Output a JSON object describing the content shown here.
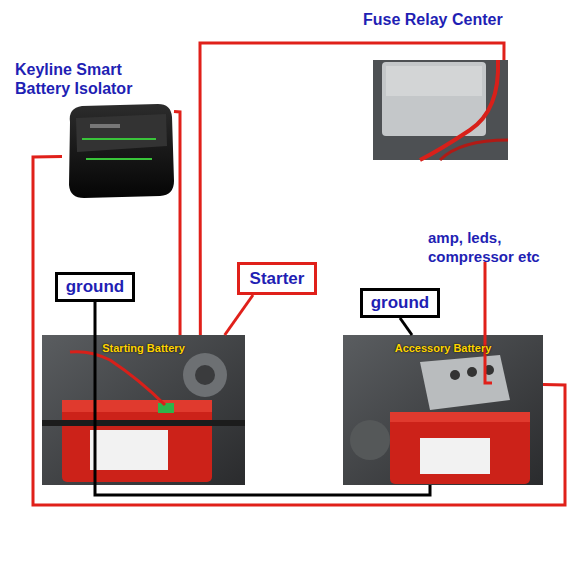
{
  "diagram": {
    "nodes": [
      {
        "text": [
          "Fuse Relay Center"
        ]
      },
      {
        "text": [
          "Keyline Smart Battery Isolator"
        ]
      },
      {
        "text": [
          "ground"
        ]
      },
      {
        "text": [
          "Starter"
        ]
      },
      {
        "text": [
          "ground"
        ]
      },
      {
        "text": [
          "Starting Battery"
        ]
      },
      {
        "text": [
          "Accessory Battery"
        ]
      }
    ],
    "edges": [
      {
        "from": 0,
        "to": 5,
        "arrow": "none"
      },
      {
        "from": 1,
        "to": 5,
        "arrow": "none"
      },
      {
        "from": 1,
        "to": 6,
        "arrow": "none"
      },
      {
        "from": 3,
        "to": 5,
        "arrow": "none"
      },
      {
        "from": 2,
        "to": 6,
        "arrow": "none"
      },
      {
        "from": 4,
        "to": 6,
        "arrow": "none"
      }
    ],
    "labels": [
      "amp, leds, compressor etc"
    ]
  }
}
